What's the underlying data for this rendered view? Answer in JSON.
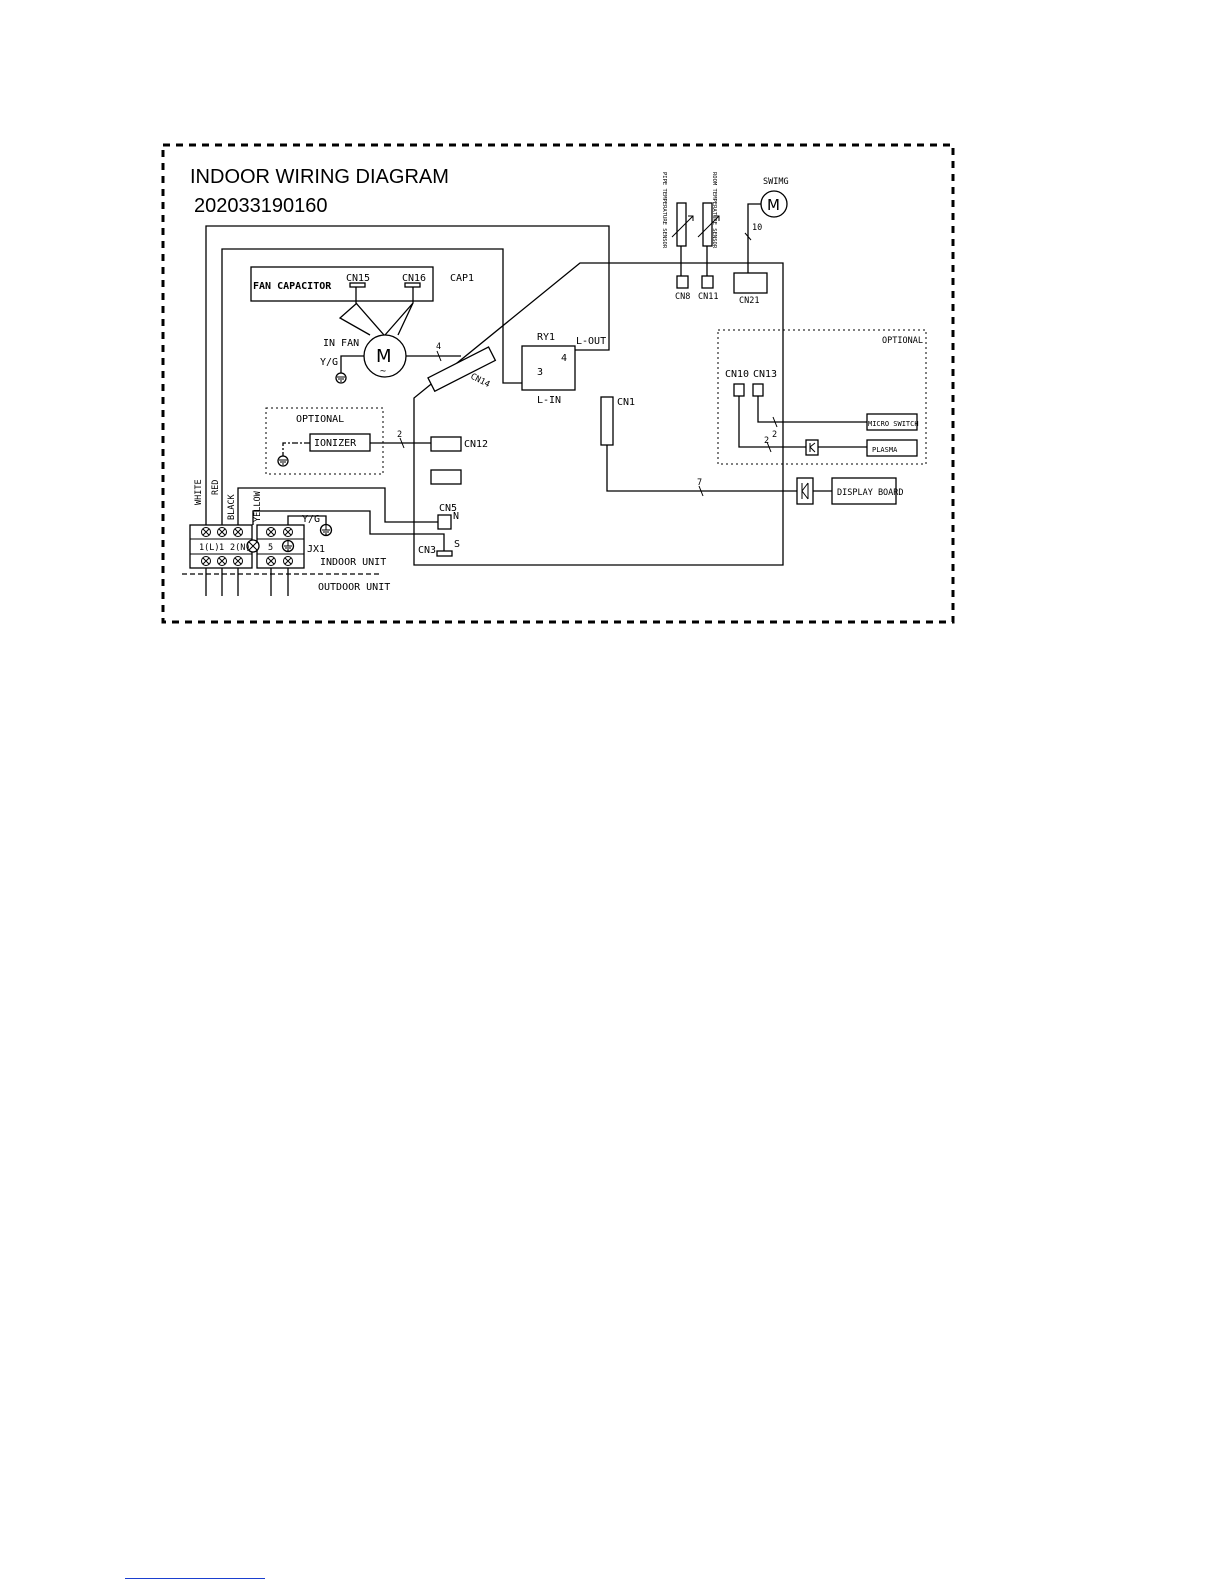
{
  "title": "INDOOR WIRING DIAGRAM",
  "code": "202033190160",
  "labels": {
    "fan_capacitor": "FAN CAPACITOR",
    "cn15": "CN15",
    "cn16": "CN16",
    "cap1": "CAP1",
    "in_fan": "IN FAN",
    "yg": "Y/G",
    "motor_m": "M",
    "motor_tilde": "~",
    "cn14": "CN14",
    "four": "4",
    "ry1": "RY1",
    "ry1_pin3": "3",
    "ry1_pin4": "4",
    "l_out": "L-OUT",
    "l_in": "L-IN",
    "optional": "OPTIONAL",
    "ionizer": "IONIZER",
    "two": "2",
    "cn12": "CN12",
    "white": "WHITE",
    "red": "RED",
    "black": "BLACK",
    "yellow": "YELLOW",
    "cn5": "CN5",
    "n": "N",
    "cn3": "CN3",
    "s": "S",
    "jx1": "JX1",
    "indoor_unit": "INDOOR UNIT",
    "outdoor_unit": "OUTDOOR UNIT",
    "term_1l": "1(L)",
    "term_1": "1",
    "term_2": "2(N)",
    "term_5": "5",
    "cn1": "CN1",
    "seven": "7",
    "display_board": "DISPLAY BOARD",
    "swing": "SWIMG",
    "ten": "10",
    "cn8": "CN8",
    "cn11": "CN11",
    "cn21": "CN21",
    "pipe_sensor": "PIPE TEMPERATURE SENSOR",
    "room_sensor": "ROOM TEMPERATURE SENSOR",
    "optional2": "OPTIONAL",
    "cn10": "CN10",
    "cn13": "CN13",
    "micro_switch": "MICRO SWITCH",
    "plasma": "PLASMA"
  }
}
